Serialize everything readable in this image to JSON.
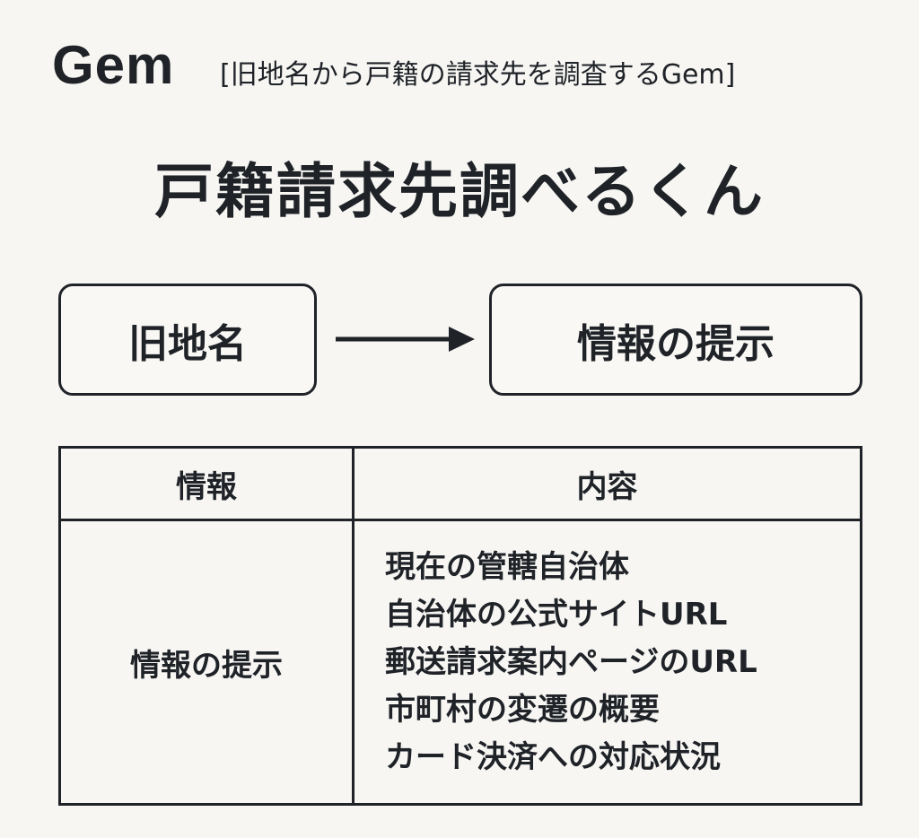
{
  "header": {
    "brand": "Gem",
    "subtitle": "[旧地名から戸籍の請求先を調査するGem]"
  },
  "title": "戸籍請求先調べるくん",
  "flow": {
    "input": "旧地名",
    "output": "情報の提示"
  },
  "table": {
    "headers": [
      "情報",
      "内容"
    ],
    "row": {
      "label": "情報の提示",
      "items": [
        "現在の管轄自治体",
        "自治体の公式サイトURL",
        "郵送請求案内ページのURL",
        "市町村の変遷の概要",
        "カード決済への対応状況"
      ]
    }
  }
}
